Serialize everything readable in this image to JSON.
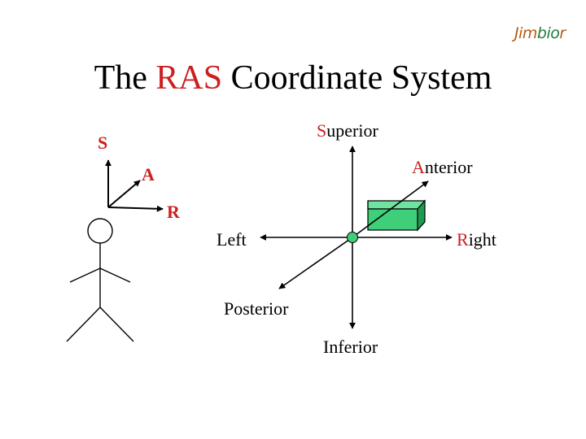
{
  "logo": {
    "prefix": "Jim",
    "accent": "bio",
    "suffix": "r"
  },
  "title": {
    "before": "The ",
    "highlight": "RAS",
    "after": " Coordinate System"
  },
  "mini_axes": {
    "s": "S",
    "a": "A",
    "r": "R"
  },
  "axes": {
    "superior": {
      "initial": "S",
      "rest": "uperior"
    },
    "anterior": {
      "initial": "A",
      "rest": "nterior"
    },
    "left": "Left",
    "right": {
      "initial": "R",
      "rest": "ight"
    },
    "posterior": "Posterior",
    "inferior": "Inferior"
  },
  "colors": {
    "accent_red": "#cc1f1f",
    "origin_green": "#3fcf7a",
    "box_green": "#3fcf7a",
    "box_dark": "#1e9a52"
  }
}
